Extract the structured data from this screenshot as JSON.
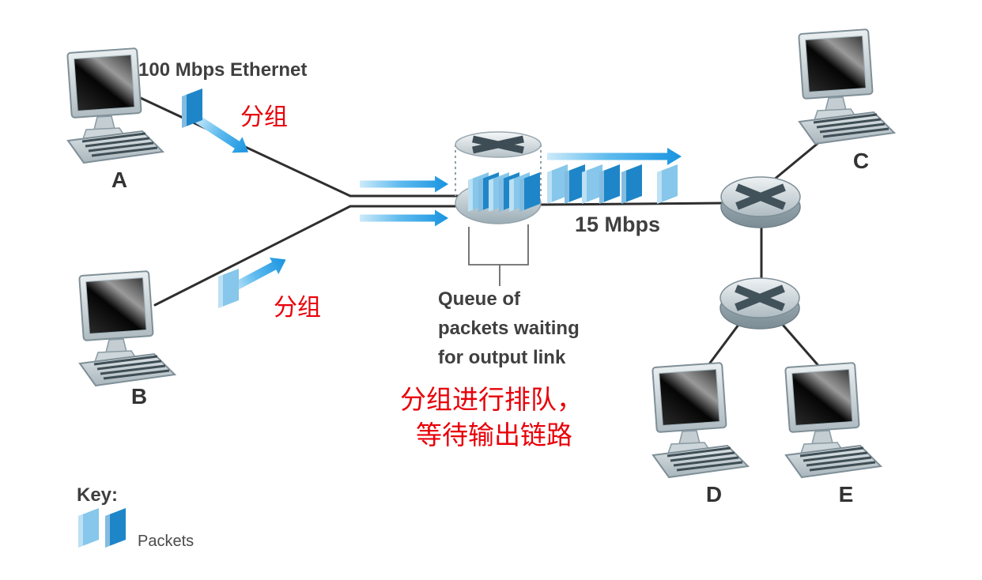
{
  "diagram": {
    "ethernet_label": "100 Mbps Ethernet",
    "link_rate_label": "15 Mbps",
    "annotations": {
      "packet_a": "分组",
      "packet_b": "分组",
      "queue_cn_1": "分组进行排队，",
      "queue_cn_2": "等待输出链路"
    },
    "queue_caption": {
      "line1": "Queue of",
      "line2": "packets waiting",
      "line3": "for output link"
    },
    "hosts": {
      "a": "A",
      "b": "B",
      "c": "C",
      "d": "D",
      "e": "E"
    },
    "key": {
      "title": "Key:",
      "packets": "Packets"
    }
  },
  "colors": {
    "packet_dark": "#1e86c8",
    "packet_light": "#86c7eb",
    "arrow_blue": "#1893e0",
    "annotation_red": "#e80008",
    "text_dark": "#3f3f3f",
    "line_dark": "#2e2e2e",
    "router_gray": "#b9c5cb"
  }
}
